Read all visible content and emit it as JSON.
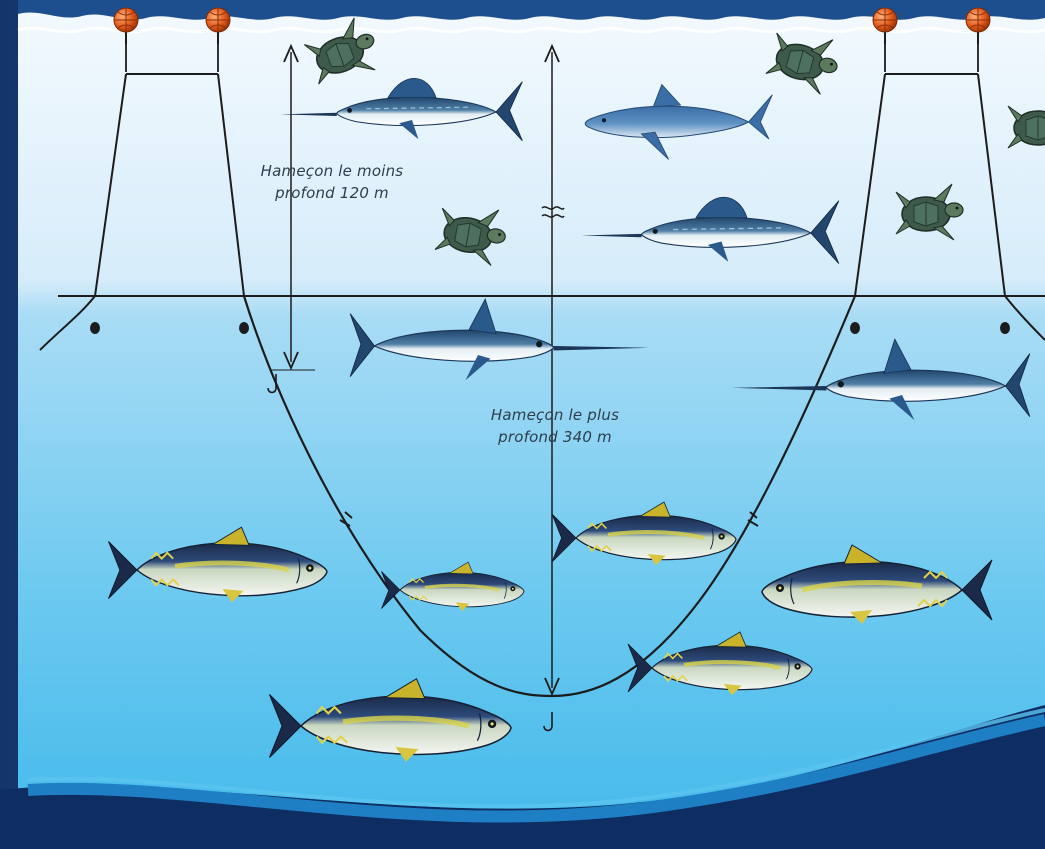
{
  "labels": {
    "shallow": {
      "line1": "Hameçon le moins",
      "line2": "profond 120 m"
    },
    "deep": {
      "line1": "Hameçon le plus",
      "line2": "profond 340 m"
    }
  },
  "colors": {
    "frame_dark": "#0d2a5a",
    "water_top": "#eaf5fd",
    "water_mid": "#9bd4f2",
    "water_deep": "#3fb8ea",
    "float_orange": "#e25a1c",
    "line": "#1c1c1c",
    "wave_band": "#1f7fc4"
  },
  "icons": [
    "float-buoy-icon",
    "sea-turtle-icon",
    "marlin-icon",
    "shark-icon",
    "swordfish-icon",
    "tuna-icon",
    "hook-icon"
  ]
}
